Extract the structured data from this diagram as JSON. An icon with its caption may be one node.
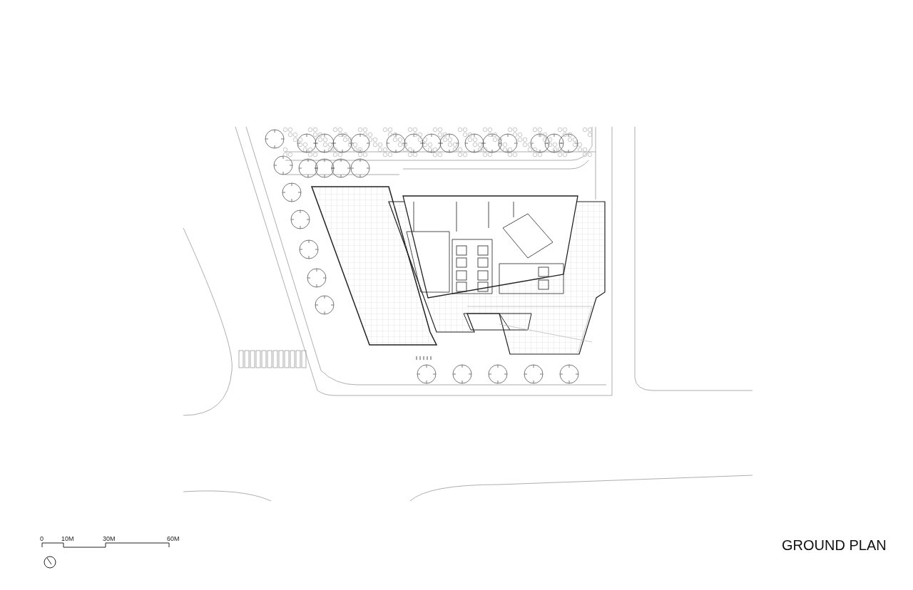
{
  "diagram": {
    "title": "GROUND PLAN",
    "labels": [
      "0",
      "10M",
      "30M",
      "60M"
    ]
  }
}
